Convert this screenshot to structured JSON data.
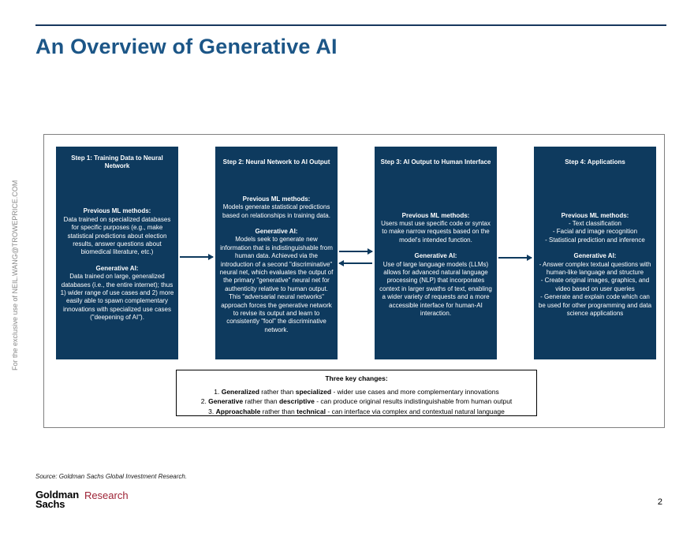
{
  "page": {
    "title": "An Overview of Generative AI",
    "side_note": "For the exclusive use of NEIL.WANG@TROWEPRICE.COM",
    "source": "Source: Goldman Sachs Global Investment Research.",
    "page_number": "2",
    "logo": {
      "line1": "Goldman",
      "line2": "Sachs",
      "suffix": "Research"
    }
  },
  "colors": {
    "box_navy": "#0E3A5E",
    "title_blue": "#1C5687",
    "header_rule": "#17375E",
    "logo_red": "#9D2235",
    "side_note_gray": "#8A8A8A"
  },
  "diagram": {
    "boxes": [
      {
        "title": "Step 1: Training Data to Neural Network",
        "sections": [
          {
            "heading": "Previous ML methods:",
            "body": "Data trained on specialized databases for specific purposes (e.g., make statistical predictions about election results, answer questions about biomedical literature, etc.)"
          },
          {
            "heading": "Generative AI:",
            "body": "Data trained on large, generalized databases (i.e., the entire internet); thus 1) wider range of use cases and 2) more easily able to spawn complementary innovations with specialized use cases (\"deepening of AI\")."
          }
        ]
      },
      {
        "title": "Step 2: Neural Network to AI Output",
        "sections": [
          {
            "heading": "Previous ML methods:",
            "body": "Models generate statistical predictions based on relationships in training data."
          },
          {
            "heading": "Generative AI:",
            "body": "Models seek to generate new information that is indistinguishable from human data. Achieved via the introduction of a second \"discriminative\" neural net, which evaluates the output of the primary \"generative\" neural net for authenticity relative to human output. This \"adversarial neural networks\" approach forces the generative network to revise its output and learn to consistently \"fool\" the discriminative network."
          }
        ]
      },
      {
        "title": "Step 3: AI Output to Human Interface",
        "sections": [
          {
            "heading": "Previous ML methods:",
            "body": "Users must use specific code or syntax to make narrow requests based on the model's intended function."
          },
          {
            "heading": "Generative AI:",
            "body": "Use of large language models (LLMs) allows for advanced natural language processing (NLP) that incorporates context in larger swaths of text, enabling a wider variety of requests and a more accessible interface for human-AI interaction."
          }
        ]
      },
      {
        "title": "Step 4: Applications",
        "sections": [
          {
            "heading": "Previous ML methods:",
            "body": "- Text classification\n- Facial and image recognition\n- Statistical prediction and inference"
          },
          {
            "heading": "Generative AI:",
            "body": "- Answer complex textual questions with human-like language and structure\n- Create original images, graphics, and video based on user queries\n- Generate and explain code which can be used for other programming and data science applications"
          }
        ]
      }
    ],
    "key_changes": {
      "title": "Three key changes:",
      "items": [
        [
          {
            "text": "1. "
          },
          {
            "text": "Generalized",
            "bold": true
          },
          {
            "text": " rather than "
          },
          {
            "text": "specialized",
            "bold": true
          },
          {
            "text": " - wider use cases and more complementary innovations"
          }
        ],
        [
          {
            "text": "2. "
          },
          {
            "text": "Generative",
            "bold": true
          },
          {
            "text": " rather than "
          },
          {
            "text": "descriptive",
            "bold": true
          },
          {
            "text": " - can produce original results indistinguishable from human output"
          }
        ],
        [
          {
            "text": "3. "
          },
          {
            "text": "Approachable",
            "bold": true
          },
          {
            "text": " rather than "
          },
          {
            "text": "technical",
            "bold": true
          },
          {
            "text": " - can interface via complex and contextual natural language"
          }
        ]
      ]
    }
  }
}
